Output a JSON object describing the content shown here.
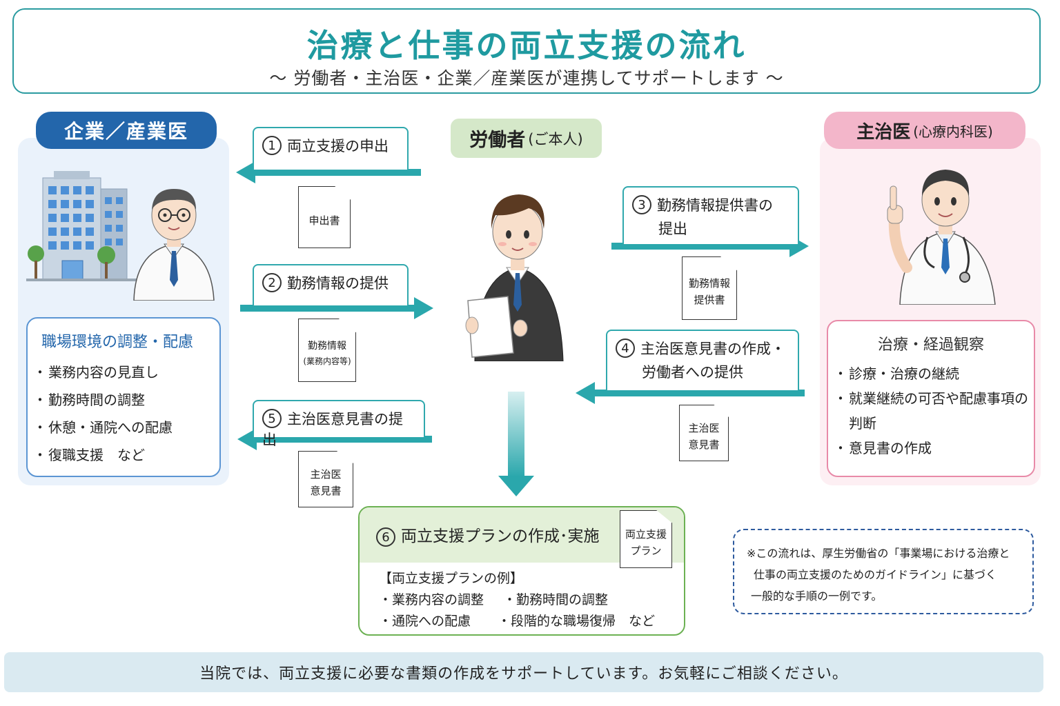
{
  "header": {
    "title": "治療と仕事の両立支援の流れ",
    "subtitle": "～ 労働者・主治医・企業／産業医が連携してサポートします ～"
  },
  "company": {
    "label": "企業／産業医",
    "box_title": "職場環境の調整・配慮",
    "items": [
      "業務内容の見直し",
      "勤務時間の調整",
      "休憩・通院への配慮",
      "復職支援　など"
    ]
  },
  "worker": {
    "label": "労働者",
    "label_sub": "(ご本人)"
  },
  "doctor": {
    "label": "主治医",
    "label_sub": "(心療内科医)",
    "box_title": "治療・経過観察",
    "items": [
      "診療・治療の継続",
      "就業継続の可否や配慮事項の判断",
      "意見書の作成"
    ]
  },
  "steps": {
    "s1": {
      "num": "1",
      "label": "両立支援の申出",
      "doc": "申出書"
    },
    "s2": {
      "num": "2",
      "label": "勤務情報の提供",
      "doc_line1": "勤務情報",
      "doc_line2": "(業務内容等)"
    },
    "s3": {
      "num": "3",
      "label_line1": "勤務情報提供書の",
      "label_line2": "提出",
      "doc_line1": "勤務情報",
      "doc_line2": "提供書"
    },
    "s4": {
      "num": "4",
      "label_line1": "主治医意見書の作成・",
      "label_line2": "労働者への提供",
      "doc_line1": "主治医",
      "doc_line2": "意見書"
    },
    "s5": {
      "num": "5",
      "label": "主治医意見書の提出",
      "doc_line1": "主治医",
      "doc_line2": "意見書"
    }
  },
  "plan": {
    "num": "6",
    "title": "両立支援プランの作成･実施",
    "doc_line1": "両立支援",
    "doc_line2": "プラン",
    "example_title": "【両立支援プランの例】",
    "items": [
      "・業務内容の調整",
      "・勤務時間の調整",
      "・通院への配慮",
      "・段階的な職場復帰　など"
    ]
  },
  "note": {
    "line1": "※この流れは、厚生労働省の「事業場における治療と",
    "line2": "仕事の両立支援のためのガイドライン」に基づく",
    "line3": "一般的な手順の一例です。"
  },
  "footer": "当院では、両立支援に必要な書類の作成をサポートしています。お気軽にご相談ください。",
  "colors": {
    "teal": "#1f9aa0",
    "arrow": "#2aa7ac",
    "company_blue": "#2366ab",
    "doctor_pink": "#f3b6ca",
    "worker_green": "#d5e8c9",
    "plan_green": "#6cb153"
  },
  "icons": [
    "office-building-icon",
    "company-doctor-icon",
    "worker-person-icon",
    "doctor-pointing-icon",
    "document-icon",
    "arrow-icon"
  ]
}
